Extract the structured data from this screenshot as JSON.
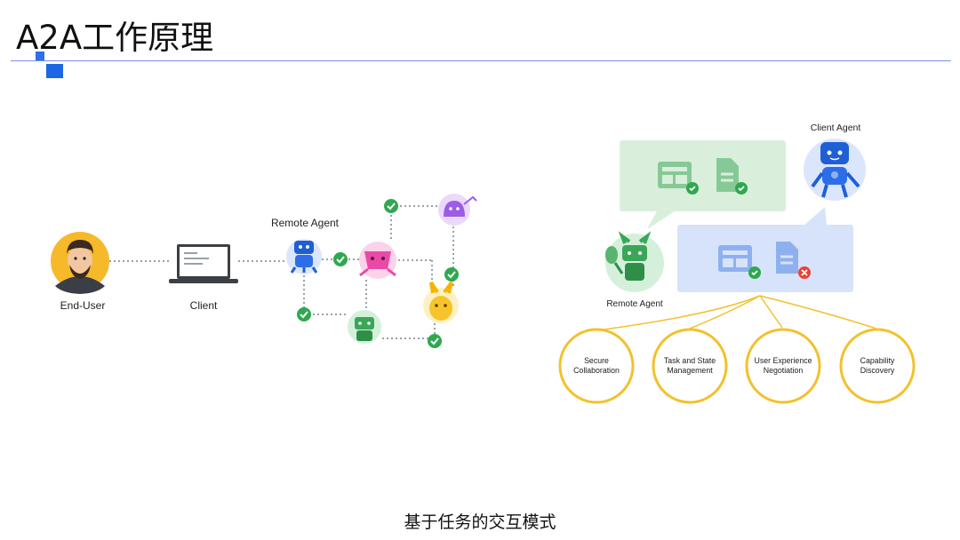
{
  "slide": {
    "title": "A2A工作原理",
    "caption": "基于任务的交互模式"
  },
  "left_diagram": {
    "end_user_label": "End-User",
    "client_label": "Client",
    "remote_agent_label": "Remote Agent"
  },
  "right_diagram": {
    "client_agent_label": "Client Agent",
    "remote_agent_label": "Remote Agent",
    "capabilities": [
      {
        "line1": "Secure",
        "line2": "Collaboration"
      },
      {
        "line1": "Task and State",
        "line2": "Management"
      },
      {
        "line1": "User Experience",
        "line2": "Negotiation"
      },
      {
        "line1": "Capability",
        "line2": "Discovery"
      }
    ]
  },
  "colors": {
    "accent_blue": "#1f66e5",
    "check_green": "#2fa84f",
    "bubble_green": "#d9efdc",
    "bubble_blue": "#d6e3fb",
    "circle_gold": "#f2c12e",
    "error_red": "#e94235"
  }
}
